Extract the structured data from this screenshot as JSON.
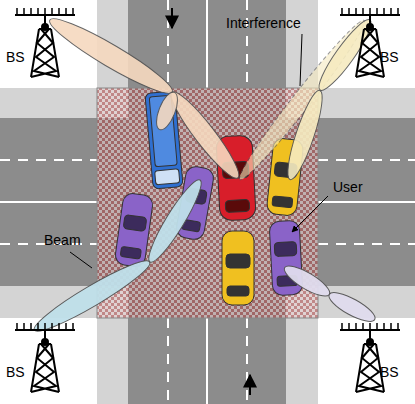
{
  "diagram": {
    "labels": [
      "BS",
      "Interference",
      "BS",
      "User",
      "Beam",
      "BS",
      "BS"
    ]
  }
}
